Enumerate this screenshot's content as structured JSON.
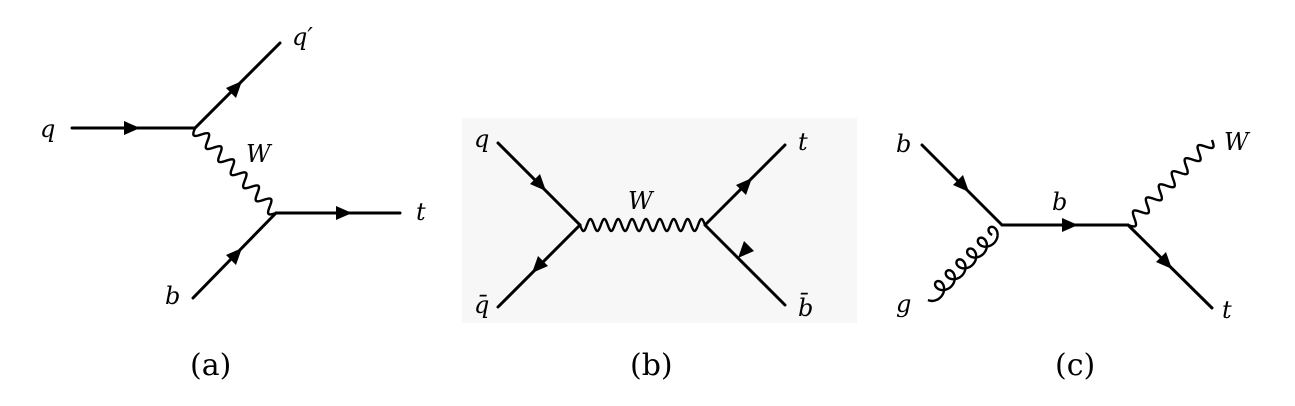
{
  "diagrams": [
    {
      "caption": "(a)",
      "labels": {
        "q_in": "q",
        "q_out": "q′",
        "boson": "W",
        "b_in": "b",
        "t_out": "t"
      }
    },
    {
      "caption": "(b)",
      "labels": {
        "q_in": "q",
        "qbar_in": "q̄",
        "boson": "W",
        "t_out": "t",
        "bbar_out": "b̄"
      }
    },
    {
      "caption": "(c)",
      "labels": {
        "b_in": "b",
        "g_in": "g",
        "b_prop": "b",
        "w_out": "W",
        "t_out": "t"
      }
    }
  ],
  "colors": {
    "ink": "#000000",
    "panel_b_background": "#f7f7f7"
  }
}
